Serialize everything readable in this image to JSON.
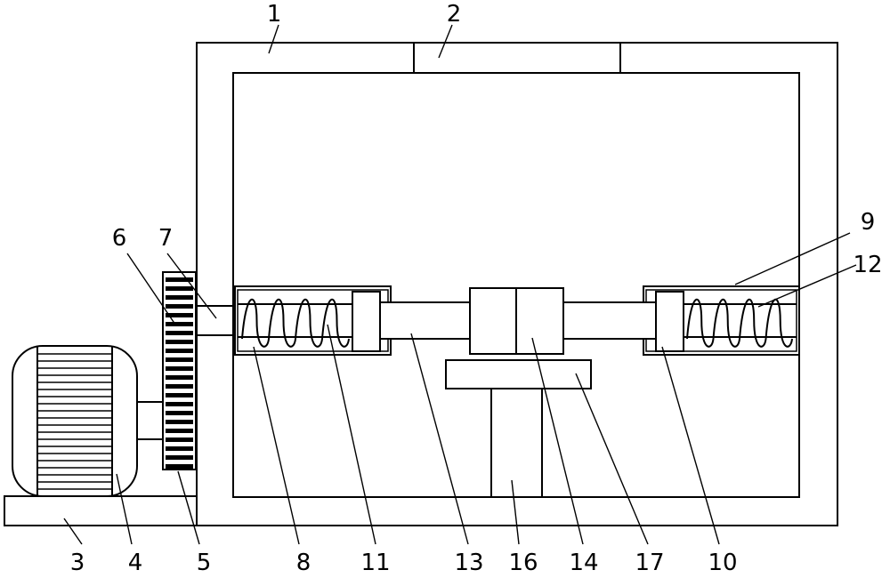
{
  "labels": {
    "l1": "1",
    "l2": "2",
    "l3": "3",
    "l4": "4",
    "l5": "5",
    "l6": "6",
    "l7": "7",
    "l8": "8",
    "l9": "9",
    "l10": "10",
    "l11": "11",
    "l12": "12",
    "l13": "13",
    "l14": "14",
    "l16": "16",
    "l17": "17"
  }
}
